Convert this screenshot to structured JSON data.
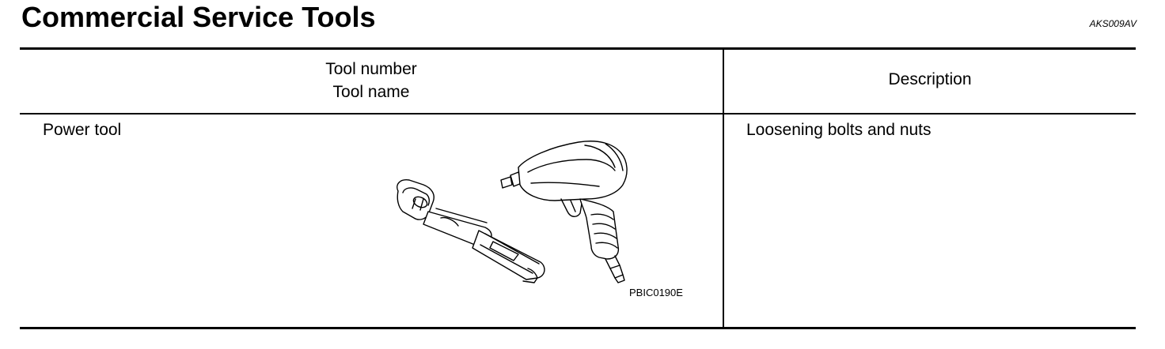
{
  "page": {
    "title": "Commercial Service Tools",
    "doc_id": "AKS009AV"
  },
  "table": {
    "header": {
      "tool_number": "Tool number",
      "tool_name": "Tool name",
      "description": "Description"
    },
    "rows": [
      {
        "tool_name": "Power tool",
        "figure_code": "PBIC0190E",
        "illustration_icon": "ratchet-wrench-and-impact-wrench-icon",
        "description": "Loosening bolts and nuts"
      }
    ]
  }
}
